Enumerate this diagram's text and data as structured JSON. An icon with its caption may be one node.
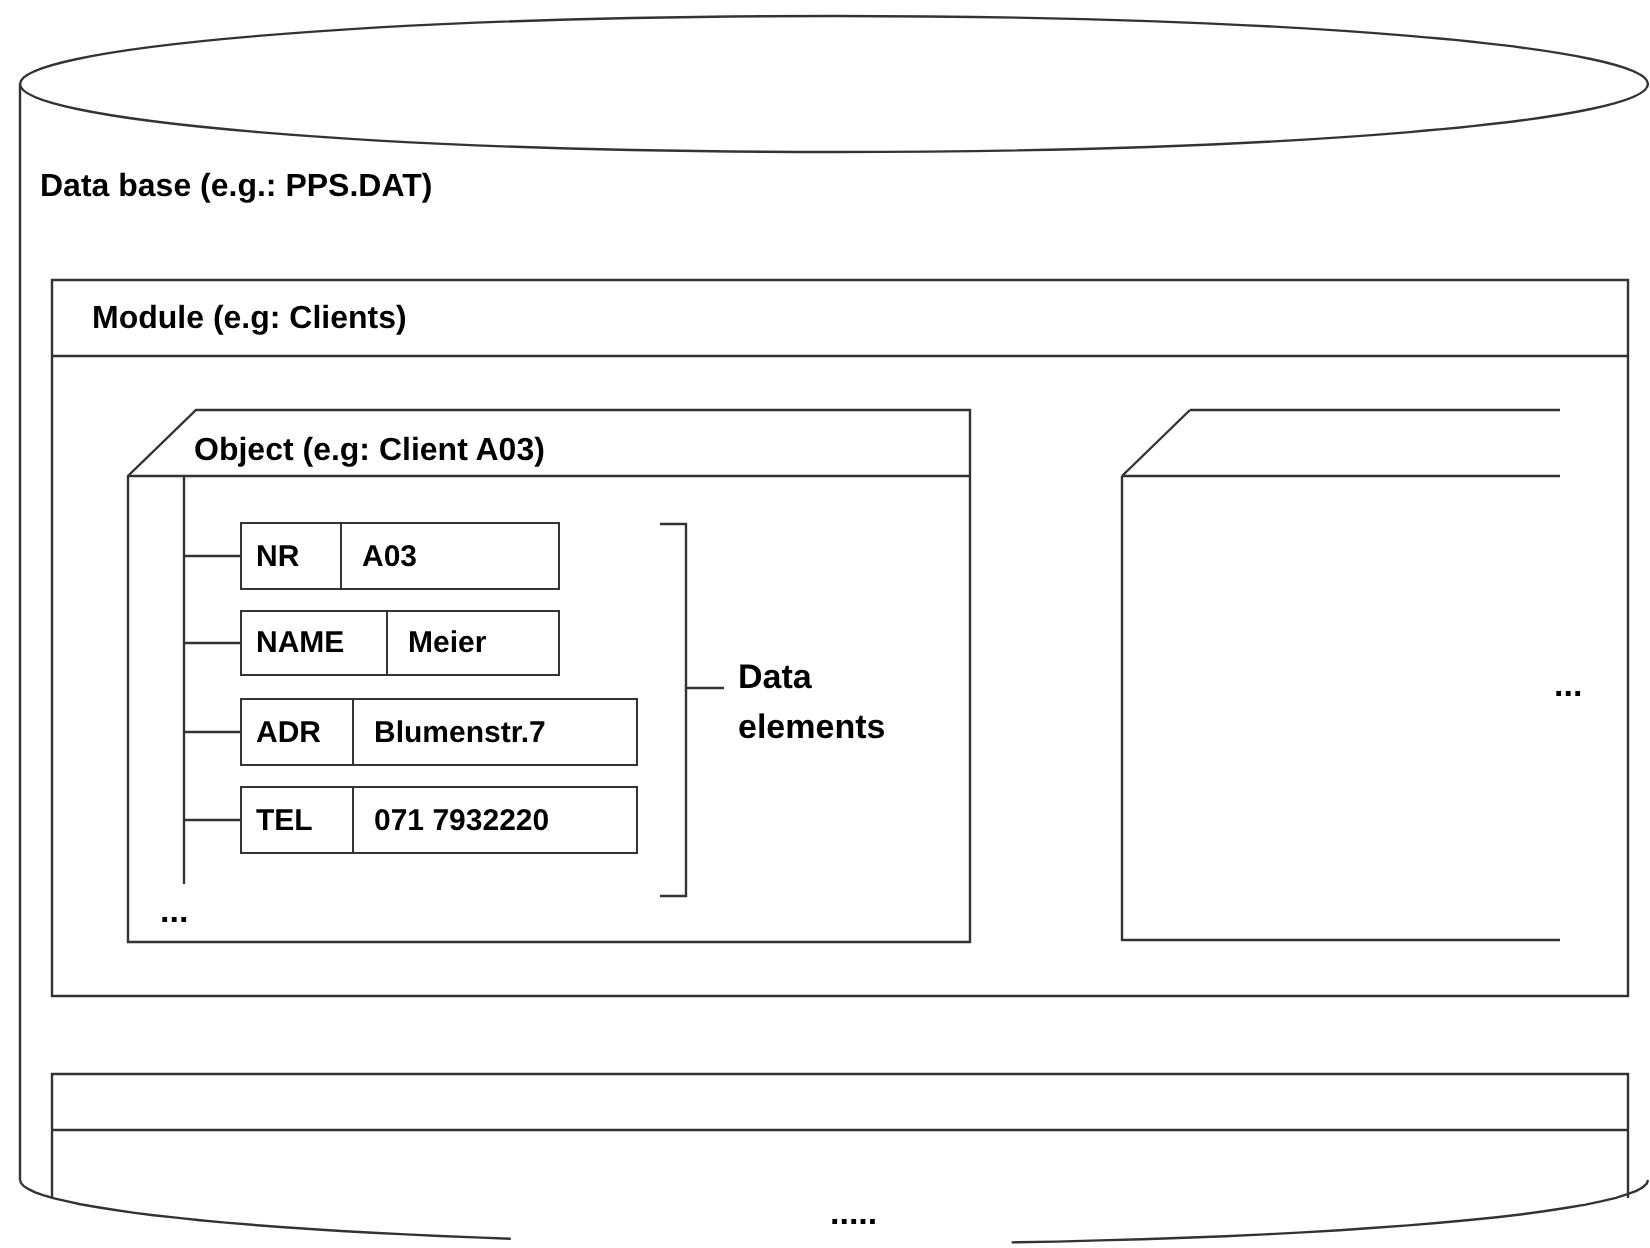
{
  "diagram": {
    "nodes": [
      {
        "text": [
          "Data base (e.g.: PPS.DAT)"
        ]
      },
      {
        "text": [
          "Module (e.g: Clients)"
        ],
        "in": 0
      },
      {
        "text": [
          "Object (e.g: Client A03)"
        ],
        "in": 1
      },
      {
        "text": [
          "NR",
          "A03"
        ],
        "in": 2
      },
      {
        "text": [
          "NAME",
          "Meier"
        ],
        "in": 2
      },
      {
        "text": [
          "ADR",
          "Blumenstr.7"
        ],
        "in": 2
      },
      {
        "text": [
          "TEL",
          "071 7932220"
        ],
        "in": 2
      },
      {
        "text": [],
        "shape": "box",
        "in": 1
      },
      {
        "text": [],
        "shape": "box",
        "in": 0
      }
    ],
    "edges": [
      {
        "from": null,
        "to": 3,
        "arrow": "none"
      },
      {
        "from": null,
        "to": 4,
        "arrow": "none"
      },
      {
        "from": null,
        "to": 5,
        "arrow": "none"
      },
      {
        "from": null,
        "to": 6,
        "arrow": "none"
      }
    ],
    "labels": [
      "...",
      "Data elements",
      "...",
      "....."
    ]
  }
}
